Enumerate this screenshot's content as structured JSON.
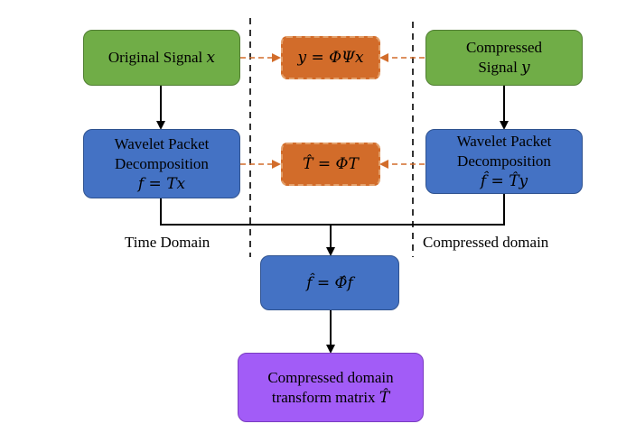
{
  "diagram": {
    "nodes": {
      "original_signal": {
        "text": "Original Signal ",
        "var": "x"
      },
      "sensing_eq": {
        "text": "y = ΦΨx"
      },
      "compressed_signal": {
        "line1": "Compressed",
        "line2": "Signal ",
        "var": "y"
      },
      "wpd_time": {
        "line1": "Wavelet Packet",
        "line2": "Decomposition",
        "eq": "f = Tx"
      },
      "transform_eq": {
        "text": "T̂ = ΦT"
      },
      "wpd_compressed": {
        "line1": "Wavelet Packet",
        "line2": "Decomposition",
        "eq": "f̂ = T̂y"
      },
      "combined_eq": {
        "text": "f̂ = Φ̂f"
      },
      "result": {
        "line1": "Compressed domain",
        "line2": "transform matrix ",
        "var": "T̂"
      }
    },
    "region_labels": {
      "time_domain": "Time Domain",
      "compressed_domain": "Compressed domain"
    },
    "colors": {
      "green": "#70ad47",
      "blue": "#4472c4",
      "orange": "#d26c2a",
      "purple": "#a25cf7",
      "dashed_arrow": "#d26c2a"
    }
  }
}
